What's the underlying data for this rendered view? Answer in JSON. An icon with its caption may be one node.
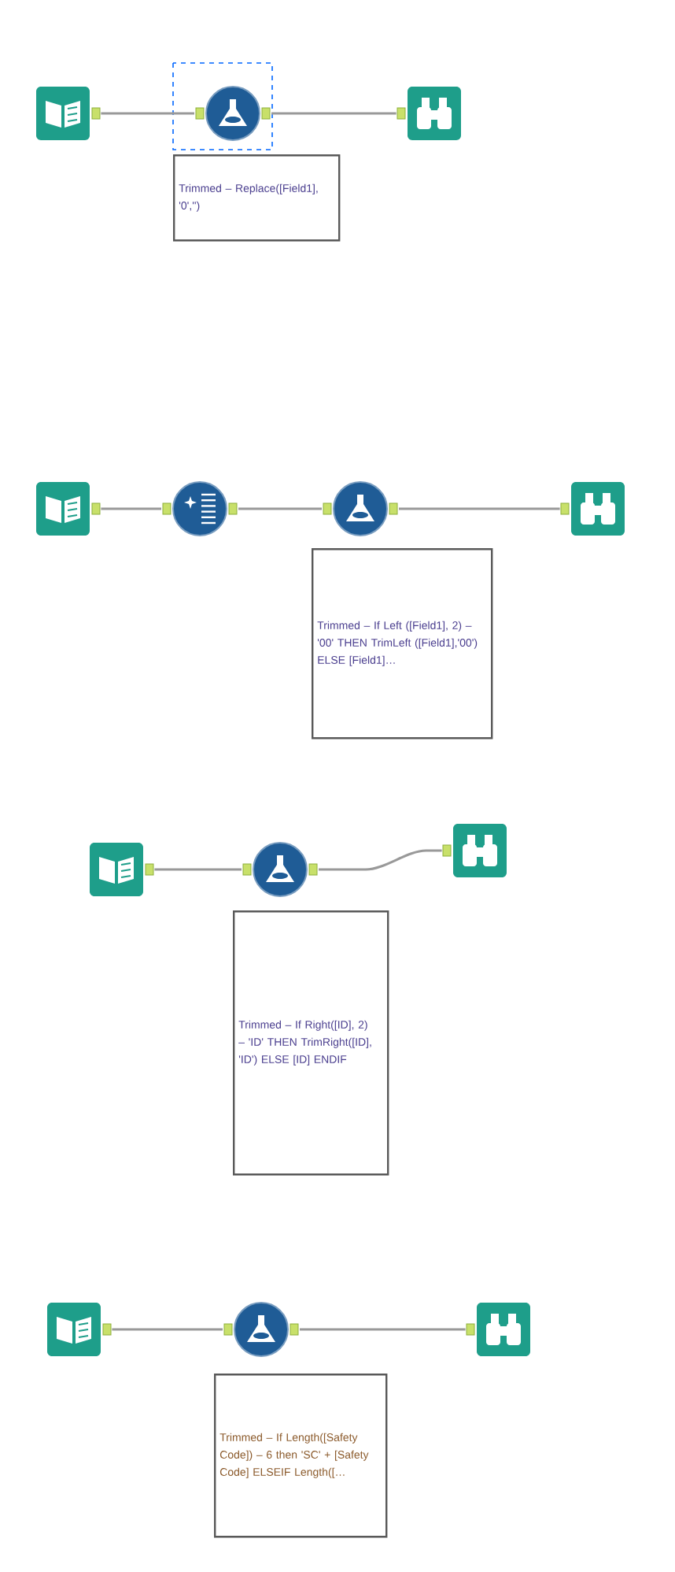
{
  "diagram": {
    "nodes": [
      {
        "text": [],
        "shape": "box"
      },
      {
        "text": [],
        "shape": "circle"
      },
      {
        "text": [],
        "shape": "box"
      },
      {
        "text": [
          "Trimmed – Replace([Field1], '0','')"
        ]
      },
      {
        "text": [],
        "shape": "box"
      },
      {
        "text": [],
        "shape": "circle"
      },
      {
        "text": [],
        "shape": "circle"
      },
      {
        "text": [],
        "shape": "box"
      },
      {
        "text": [
          "Trimmed – If Left ([Field1], 2) – '00' THEN TrimLeft ([Field1],'00') ELSE [Field1]…"
        ]
      },
      {
        "text": [],
        "shape": "box"
      },
      {
        "text": [],
        "shape": "circle"
      },
      {
        "text": [],
        "shape": "box"
      },
      {
        "text": [
          "Trimmed – If Right([ID], 2) – 'ID' THEN TrimRight([ID], 'ID') ELSE [ID] ENDIF"
        ]
      },
      {
        "text": [],
        "shape": "box"
      },
      {
        "text": [],
        "shape": "circle"
      },
      {
        "text": [],
        "shape": "box"
      },
      {
        "text": [
          "Trimmed – If Length([Safety Code]) – 6 then 'SC' + [Safety Code] ELSEIF Length([…"
        ]
      }
    ],
    "edges": [
      {
        "from": 0,
        "to": 1,
        "arrow": "none"
      },
      {
        "from": 1,
        "to": 2,
        "arrow": "none"
      },
      {
        "from": 4,
        "to": 5,
        "arrow": "none"
      },
      {
        "from": 5,
        "to": 6,
        "arrow": "none"
      },
      {
        "from": 6,
        "to": 7,
        "arrow": "none"
      },
      {
        "from": 9,
        "to": 10,
        "arrow": "none"
      },
      {
        "from": 10,
        "to": 11,
        "arrow": "none"
      },
      {
        "from": 13,
        "to": 14,
        "arrow": "none"
      },
      {
        "from": 14,
        "to": 15,
        "arrow": "none"
      }
    ]
  }
}
